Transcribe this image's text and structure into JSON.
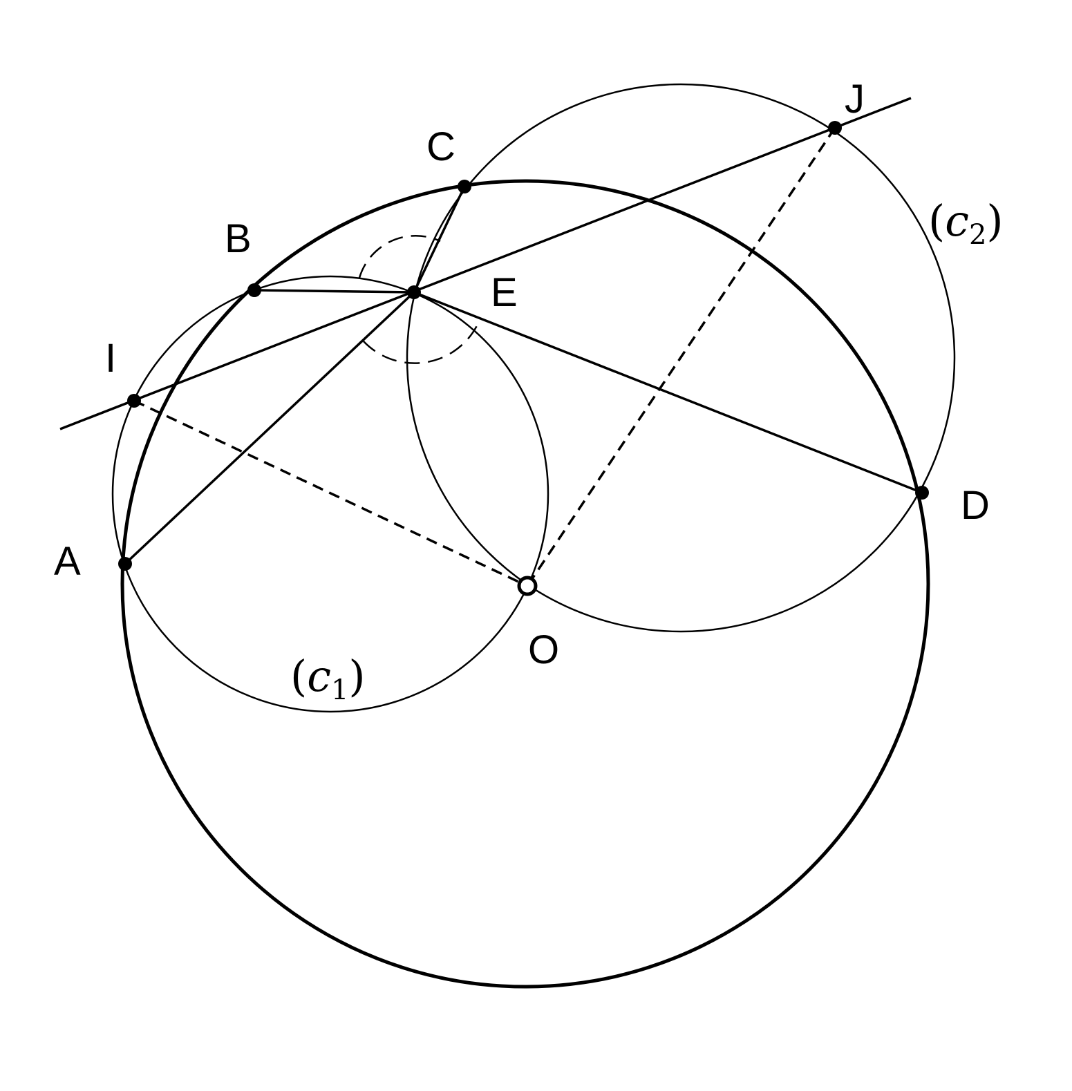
{
  "diagram": {
    "points": {
      "A": {
        "label": "A"
      },
      "B": {
        "label": "B"
      },
      "C": {
        "label": "C"
      },
      "D": {
        "label": "D"
      },
      "E": {
        "label": "E"
      },
      "I": {
        "label": "I"
      },
      "J": {
        "label": "J"
      },
      "O": {
        "label": "O"
      }
    },
    "circles": {
      "c1": {
        "open": "(",
        "letter": "c",
        "sub": "1",
        "close": ")"
      },
      "c2": {
        "open": "(",
        "letter": "c",
        "sub": "2",
        "close": ")"
      }
    },
    "colors": {
      "stroke": "#000000",
      "background": "#ffffff"
    }
  }
}
